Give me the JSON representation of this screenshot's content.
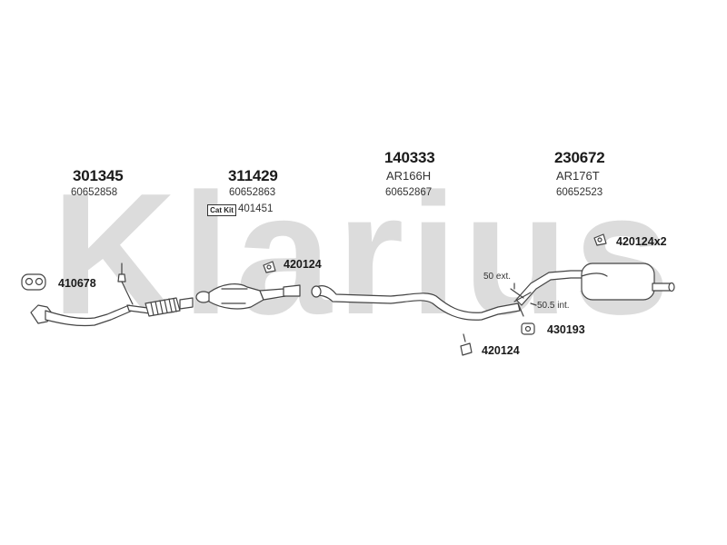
{
  "watermark": {
    "text": "Klarius",
    "color": "#d9d9d9"
  },
  "parts": [
    {
      "number": "301345",
      "code": "60652858"
    },
    {
      "number": "311429",
      "code": "60652863"
    },
    {
      "number": "140333",
      "ref": "AR166H",
      "code": "60652867"
    },
    {
      "number": "230672",
      "ref": "AR176T",
      "code": "60652523"
    }
  ],
  "cat_kit": {
    "label": "Cat Kit",
    "code": "401451"
  },
  "callouts": {
    "gasket": "410678",
    "mount_1": "420124",
    "mount_2": "420124",
    "mount_3": "420124x2",
    "clamp": "430193"
  },
  "notes": {
    "ext": "50 ext.",
    "int": "50.5 int."
  },
  "colors": {
    "pipe_stroke": "#444444",
    "pipe_fill": "#ffffff",
    "text": "#1a1a1a"
  }
}
